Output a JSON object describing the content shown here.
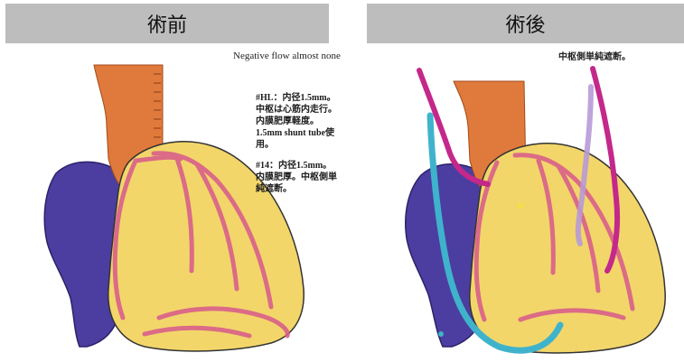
{
  "panels": {
    "left": {
      "header": "術前",
      "flow_note": "Negative flow almost none",
      "annotation_hl": "#HL：内径1.5mm。中枢は心筋内走行。内膜肥厚軽度。1.5mm shunt tube使用。",
      "annotation_14": "#14：内径1.5mm。内膜肥厚。中枢側単純遮断。"
    },
    "right": {
      "header": "術後",
      "annotation_partial": "中枢側単純遮断。"
    }
  },
  "colors": {
    "header_bg": "#bdbdbd",
    "aorta": "#e07a3c",
    "heart": "#f2d66a",
    "vein": "#4b3ea0",
    "coronary": "#d9608a",
    "graft_magenta": "#c4288a",
    "graft_cyan": "#3fb3cc",
    "graft_lavender": "#b79ad6"
  }
}
